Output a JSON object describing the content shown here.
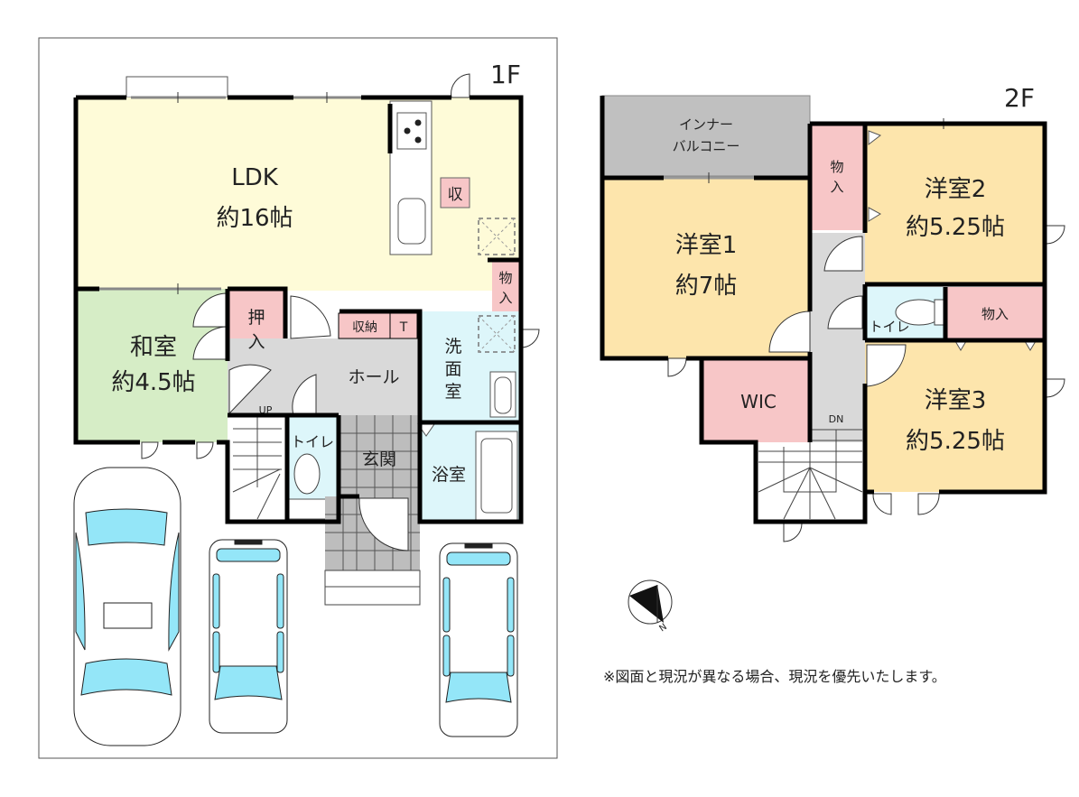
{
  "colors": {
    "ldk": "#fefbd8",
    "washitsu": "#d6edc6",
    "storage": "#f7c6c7",
    "wet": "#ddf6fa",
    "hall": "#d9d9d9",
    "genkan": "#bdbdbd",
    "balcony": "#c0c0c0",
    "bedroom": "#fde5ac",
    "car_glass": "#94e6f8"
  },
  "floor1": {
    "label": "1F",
    "ldk": {
      "name": "LDK",
      "size": "約16帖"
    },
    "washitsu": {
      "name": "和室",
      "size": "約4.5帖"
    },
    "oshiire": [
      "押",
      "入"
    ],
    "shuno": "収納",
    "t": "T",
    "shu": "収",
    "monoire": [
      "物",
      "入"
    ],
    "hall": "ホール",
    "senmen": [
      "洗",
      "面",
      "室"
    ],
    "toilet": "トイレ",
    "genkan": "玄関",
    "yokushitsu": "浴室",
    "up": "UP"
  },
  "floor2": {
    "label": "2F",
    "balcony": [
      "インナー",
      "バルコニー"
    ],
    "room1": {
      "name": "洋室1",
      "size": "約7帖"
    },
    "room2": {
      "name": "洋室2",
      "size": "約5.25帖"
    },
    "room3": {
      "name": "洋室3",
      "size": "約5.25帖"
    },
    "monoire_v": [
      "物",
      "入"
    ],
    "monoire_h": "物入",
    "toilet": "トイレ",
    "wic": "WIC",
    "dn": "DN"
  },
  "compass": {
    "label": "N"
  },
  "note": "※図面と現況が異なる場合、現況を優先いたします。"
}
